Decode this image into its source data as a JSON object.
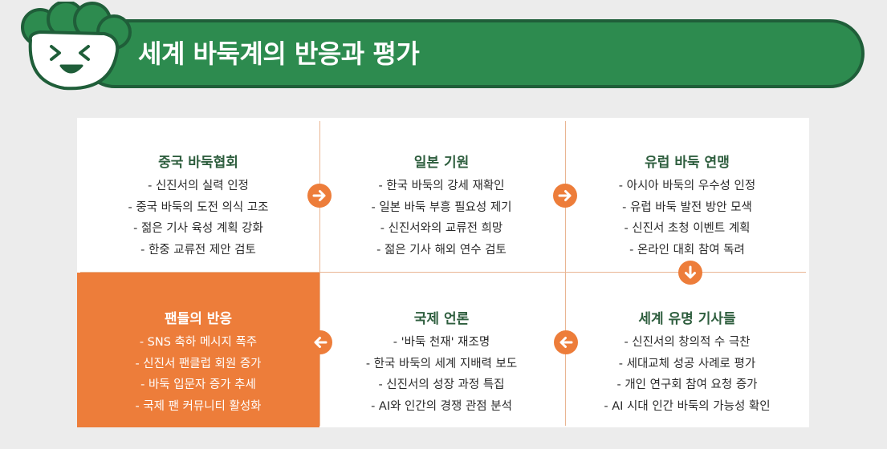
{
  "title": "세계 바둑계의 반응과 평가",
  "colors": {
    "banner": "#2d8b4f",
    "banner_border": "#1f5e39",
    "accent": "#ed7d3a",
    "heading": "#2e5e3e",
    "background": "#ececec"
  },
  "icons": {
    "mascot": "smiling-cartoon-face",
    "flow_right": "arrow-right-circle-icon",
    "flow_down": "arrow-down-circle-icon",
    "flow_left": "arrow-left-circle-icon"
  },
  "cells": [
    {
      "heading": "중국 바둑협회",
      "items": [
        "- 신진서의 실력 인정",
        "- 중국 바둑의 도전 의식 고조",
        "- 젊은 기사 육성 계획 강화",
        "- 한중 교류전 제안 검토"
      ]
    },
    {
      "heading": "일본 기원",
      "items": [
        "- 한국 바둑의 강세 재확인",
        "- 일본 바둑 부흥 필요성 제기",
        "- 신진서와의 교류전 희망",
        "- 젊은 기사 해외 연수 검토"
      ]
    },
    {
      "heading": "유럽 바둑 연맹",
      "items": [
        "- 아시아 바둑의 우수성 인정",
        "- 유럽 바둑 발전 방안 모색",
        "- 신진서 초청 이벤트 계획",
        "- 온라인 대회 참여 독려"
      ]
    },
    {
      "heading": "팬들의 반응",
      "items": [
        "- SNS 축하 메시지 폭주",
        "- 신진서 팬클럽 회원 증가",
        "- 바둑 입문자 증가 추세",
        "- 국제 팬 커뮤니티 활성화"
      ]
    },
    {
      "heading": "국제 언론",
      "items": [
        "- '바둑 천재' 재조명",
        "- 한국 바둑의 세계 지배력 보도",
        "- 신진서의 성장 과정 특집",
        "- AI와 인간의 경쟁 관점 분석"
      ]
    },
    {
      "heading": "세계 유명 기사들",
      "items": [
        "- 신진서의 창의적 수 극찬",
        "- 세대교체 성공 사례로 평가",
        "- 개인 연구회 참여 요청 증가",
        "- AI 시대 인간 바둑의 가능성 확인"
      ]
    }
  ]
}
